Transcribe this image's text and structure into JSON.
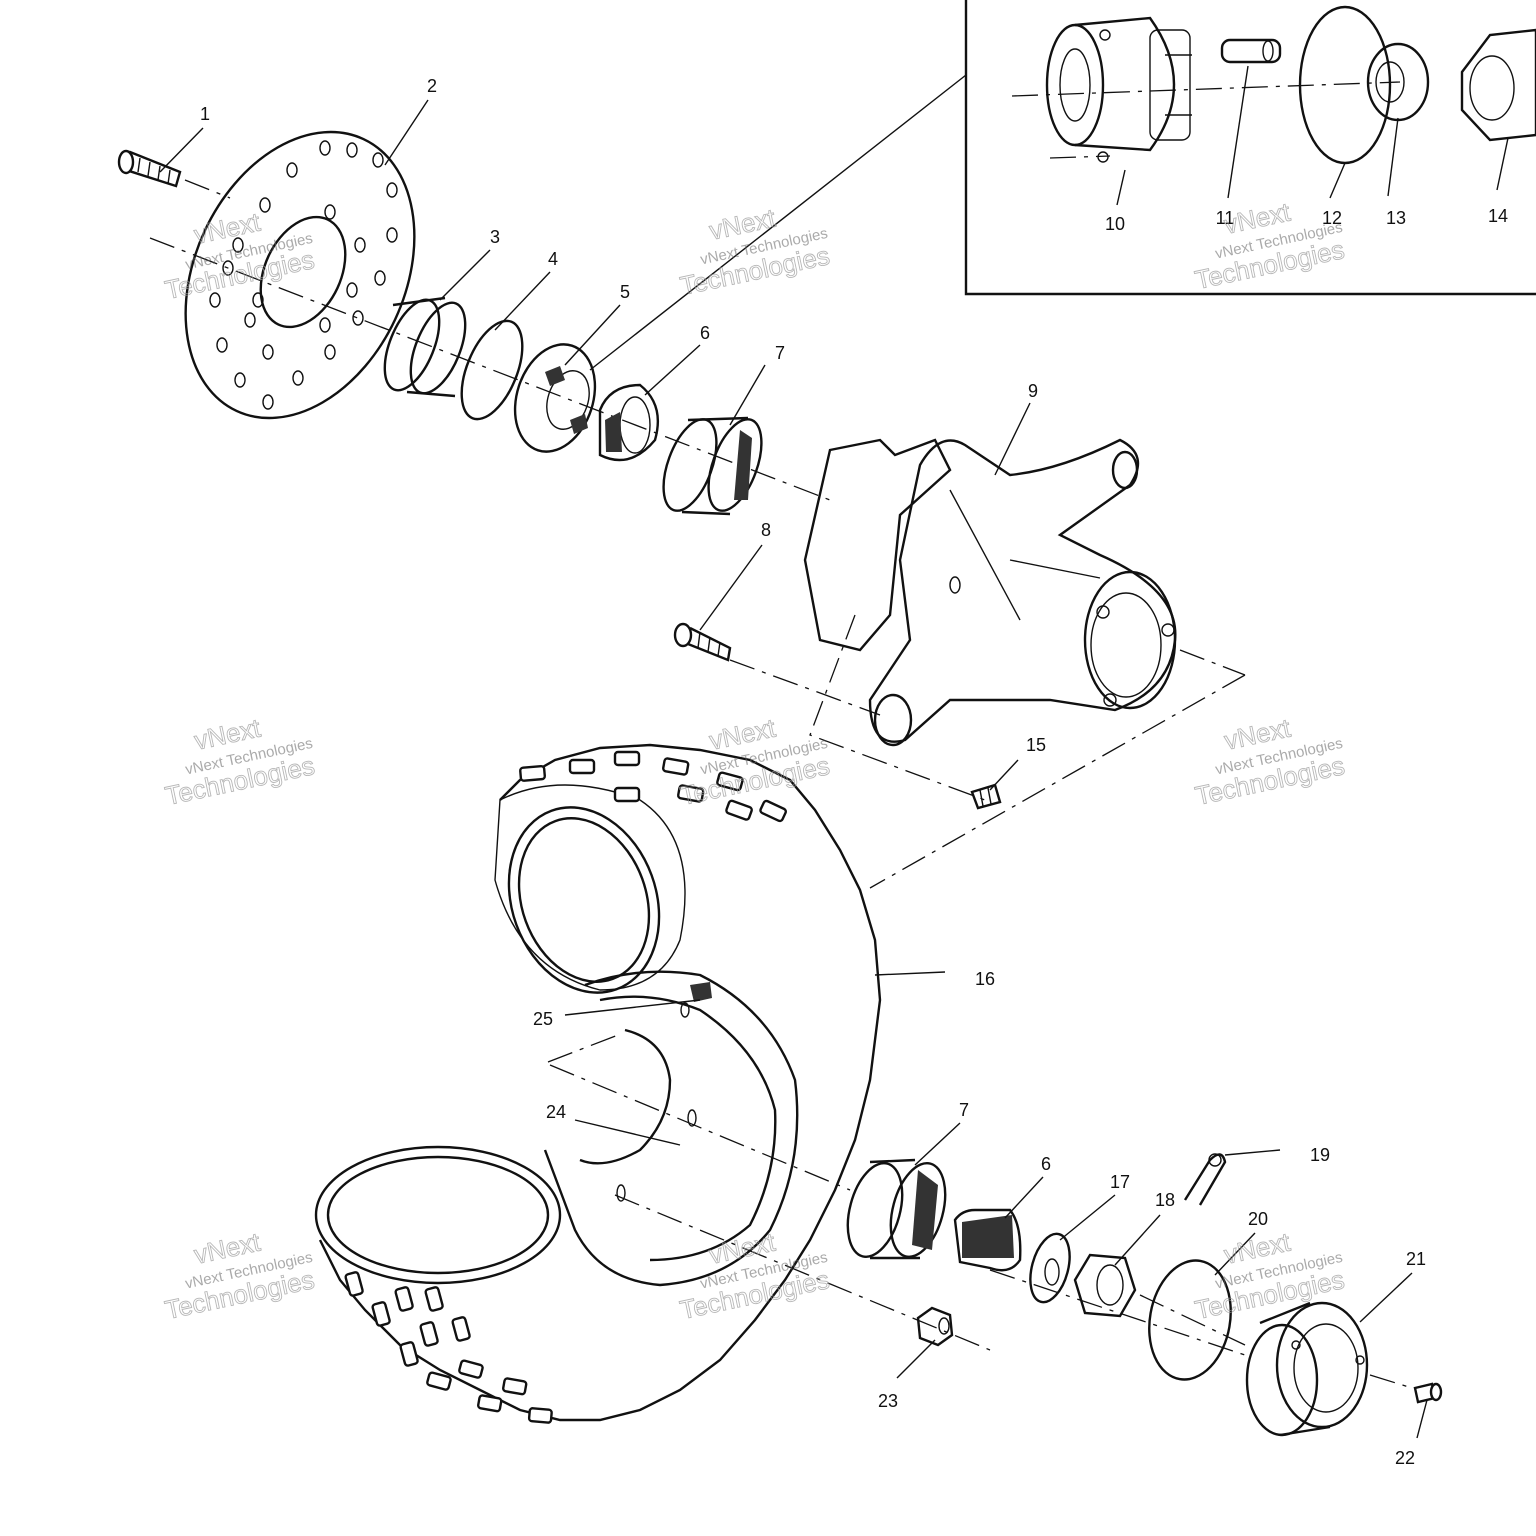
{
  "callouts": [
    {
      "id": "1",
      "label": "1"
    },
    {
      "id": "2",
      "label": "2"
    },
    {
      "id": "3",
      "label": "3"
    },
    {
      "id": "4",
      "label": "4"
    },
    {
      "id": "5",
      "label": "5"
    },
    {
      "id": "6a",
      "label": "6"
    },
    {
      "id": "7a",
      "label": "7"
    },
    {
      "id": "8",
      "label": "8"
    },
    {
      "id": "9",
      "label": "9"
    },
    {
      "id": "10",
      "label": "10"
    },
    {
      "id": "11",
      "label": "11"
    },
    {
      "id": "12",
      "label": "12"
    },
    {
      "id": "13",
      "label": "13"
    },
    {
      "id": "14",
      "label": "14"
    },
    {
      "id": "15",
      "label": "15"
    },
    {
      "id": "16",
      "label": "16"
    },
    {
      "id": "17",
      "label": "17"
    },
    {
      "id": "18",
      "label": "18"
    },
    {
      "id": "19",
      "label": "19"
    },
    {
      "id": "20",
      "label": "20"
    },
    {
      "id": "21",
      "label": "21"
    },
    {
      "id": "22",
      "label": "22"
    },
    {
      "id": "23",
      "label": "23"
    },
    {
      "id": "24",
      "label": "24"
    },
    {
      "id": "25",
      "label": "25"
    },
    {
      "id": "6b",
      "label": "6"
    },
    {
      "id": "7b",
      "label": "7"
    }
  ],
  "watermark": {
    "line1": "vNext Technologies",
    "big_top": "vNext",
    "big_bottom": "Technologies"
  }
}
